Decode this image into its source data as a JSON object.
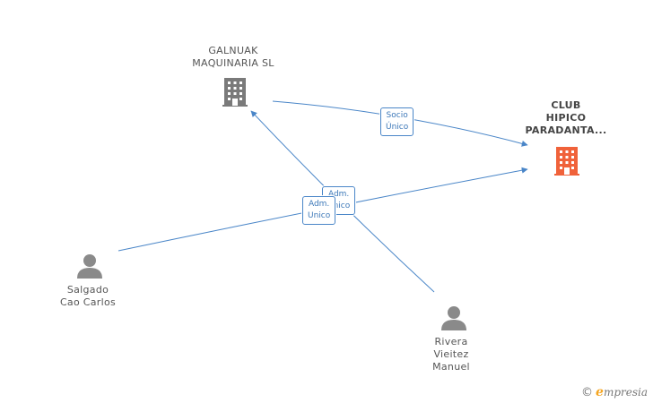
{
  "nodes": {
    "galnuak": {
      "line1": "GALNUAK",
      "line2": "MAQUINARIA SL",
      "color": "#7a7a7a"
    },
    "club": {
      "line1": "CLUB",
      "line2": "HIPICO",
      "line3": "PARADANTA...",
      "color": "#f0623a"
    },
    "salgado": {
      "line1": "Salgado",
      "line2": "Cao Carlos",
      "color": "#8a8a8a"
    },
    "rivera": {
      "line1": "Rivera",
      "line2": "Vieitez",
      "line3": "Manuel",
      "color": "#8a8a8a"
    }
  },
  "edges": {
    "socio": {
      "line1": "Socio",
      "line2": "Único"
    },
    "adm_rivera": {
      "line1": "Adm.",
      "line2": "Unico"
    },
    "adm_salgado": {
      "line1": "Adm.",
      "line2": "Unico"
    }
  },
  "colors": {
    "edge": "#4a86c8"
  },
  "watermark": {
    "copyright": "©",
    "brand_initial": "e",
    "brand_rest": "mpresia"
  }
}
